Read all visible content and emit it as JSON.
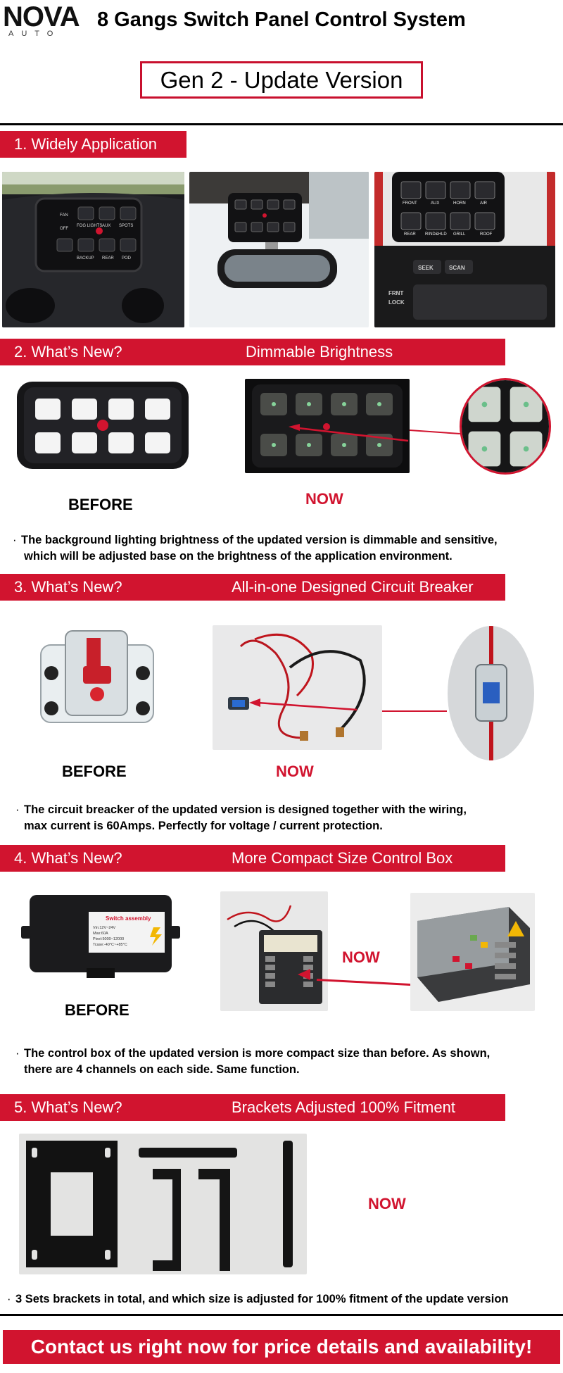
{
  "header": {
    "logo_main": "NOVA",
    "logo_sub": "AUTO",
    "title": "8 Gangs Switch Panel Control System",
    "version": "Gen 2 - Update Version"
  },
  "sections": [
    {
      "number": "1. Widely Application",
      "subtitle": ""
    },
    {
      "number": "2. What’s New?",
      "subtitle": "Dimmable Brightness",
      "before": "BEFORE",
      "now": "NOW",
      "note_line1": "The background lighting brightness of the updated version is dimmable and sensitive,",
      "note_line2": "which will be adjusted base on the brightness of the application environment."
    },
    {
      "number": "3. What’s New?",
      "subtitle": "All-in-one Designed Circuit Breaker",
      "before": "BEFORE",
      "now": "NOW",
      "note_line1": "The circuit breacker of the updated version is designed together with the wiring,",
      "note_line2": "max current is 60Amps. Perfectly for voltage / current protection."
    },
    {
      "number": "4. What’s New?",
      "subtitle": "More Compact Size Control Box",
      "before": "BEFORE",
      "now": "NOW",
      "note_line1": "The control box of the updated version is more compact size than before. As shown,",
      "note_line2": "there are 4 channels on each side. Same function."
    },
    {
      "number": "5. What’s New?",
      "subtitle": "Brackets Adjusted 100% Fitment",
      "now": "NOW",
      "note_line1": "3 Sets brackets in total, and which size is adjusted for 100% fitment of the update version"
    }
  ],
  "dot": "·",
  "panel_labels": {
    "app1": [
      "FAN",
      "FOG LIGHTS",
      "AUX",
      "SPOTS",
      "OFF",
      "BACKUP",
      "REAR",
      "POD"
    ],
    "app3": [
      "FRONT",
      "AUX",
      "HORN",
      "AIR",
      "REAR",
      "RIND&HLD",
      "GRILL",
      "ROOF"
    ],
    "dash_labels": [
      "FRNT",
      "LOCK",
      "SEEK",
      "SCAN"
    ]
  },
  "box_label": {
    "heading": "Switch assembly",
    "lines": [
      "Vin:12V~24V",
      "Max:60A",
      "Pixel:5000~12000",
      "Tcase:-40°C~+85°C"
    ]
  },
  "contact": "Contact us right now for price details and availability!",
  "colors": {
    "accent": "#d1142f",
    "panel": "#1a1a1a",
    "button_white": "#f4f4f4"
  }
}
